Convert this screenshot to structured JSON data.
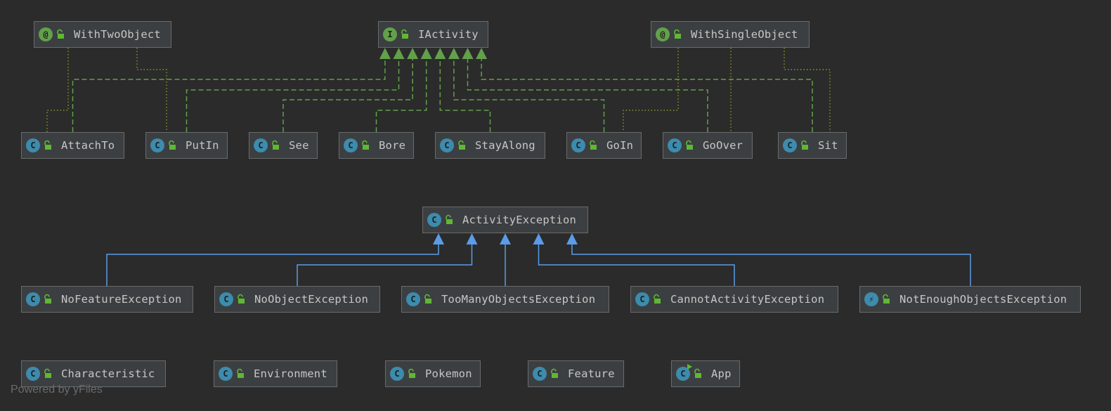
{
  "diagram": {
    "nodes": [
      {
        "id": "WithTwoObject",
        "label": "WithTwoObject",
        "kind": "annotation",
        "badge": "@"
      },
      {
        "id": "IActivity",
        "label": "IActivity",
        "kind": "interface",
        "badge": "I"
      },
      {
        "id": "WithSingleObject",
        "label": "WithSingleObject",
        "kind": "annotation",
        "badge": "@"
      },
      {
        "id": "AttachTo",
        "label": "AttachTo",
        "kind": "class",
        "badge": "C"
      },
      {
        "id": "PutIn",
        "label": "PutIn",
        "kind": "class",
        "badge": "C"
      },
      {
        "id": "See",
        "label": "See",
        "kind": "class",
        "badge": "C"
      },
      {
        "id": "Bore",
        "label": "Bore",
        "kind": "class",
        "badge": "C"
      },
      {
        "id": "StayAlong",
        "label": "StayAlong",
        "kind": "class",
        "badge": "C"
      },
      {
        "id": "GoIn",
        "label": "GoIn",
        "kind": "class",
        "badge": "C"
      },
      {
        "id": "GoOver",
        "label": "GoOver",
        "kind": "class",
        "badge": "C"
      },
      {
        "id": "Sit",
        "label": "Sit",
        "kind": "class",
        "badge": "C"
      },
      {
        "id": "ActivityException",
        "label": "ActivityException",
        "kind": "class",
        "badge": "C"
      },
      {
        "id": "NoFeatureException",
        "label": "NoFeatureException",
        "kind": "class",
        "badge": "C"
      },
      {
        "id": "NoObjectException",
        "label": "NoObjectException",
        "kind": "class",
        "badge": "C"
      },
      {
        "id": "TooManyObjectsException",
        "label": "TooManyObjectsException",
        "kind": "class",
        "badge": "C"
      },
      {
        "id": "CannotActivityException",
        "label": "CannotActivityException",
        "kind": "class",
        "badge": "C"
      },
      {
        "id": "NotEnoughObjectsException",
        "label": "NotEnoughObjectsException",
        "kind": "exception",
        "badge": "⚡"
      },
      {
        "id": "Characteristic",
        "label": "Characteristic",
        "kind": "class",
        "badge": "C"
      },
      {
        "id": "Environment",
        "label": "Environment",
        "kind": "class",
        "badge": "C"
      },
      {
        "id": "Pokemon",
        "label": "Pokemon",
        "kind": "class",
        "badge": "C"
      },
      {
        "id": "Feature",
        "label": "Feature",
        "kind": "class",
        "badge": "C"
      },
      {
        "id": "App",
        "label": "App",
        "kind": "main",
        "badge": "C"
      }
    ],
    "edges": [
      {
        "from": "AttachTo",
        "to": "IActivity",
        "type": "implements"
      },
      {
        "from": "PutIn",
        "to": "IActivity",
        "type": "implements"
      },
      {
        "from": "See",
        "to": "IActivity",
        "type": "implements"
      },
      {
        "from": "Bore",
        "to": "IActivity",
        "type": "implements"
      },
      {
        "from": "StayAlong",
        "to": "IActivity",
        "type": "implements"
      },
      {
        "from": "GoIn",
        "to": "IActivity",
        "type": "implements"
      },
      {
        "from": "GoOver",
        "to": "IActivity",
        "type": "implements"
      },
      {
        "from": "Sit",
        "to": "IActivity",
        "type": "implements"
      },
      {
        "from": "WithTwoObject",
        "to": "AttachTo",
        "type": "annotates"
      },
      {
        "from": "WithTwoObject",
        "to": "PutIn",
        "type": "annotates"
      },
      {
        "from": "WithSingleObject",
        "to": "GoIn",
        "type": "annotates"
      },
      {
        "from": "WithSingleObject",
        "to": "GoOver",
        "type": "annotates"
      },
      {
        "from": "WithSingleObject",
        "to": "Sit",
        "type": "annotates"
      },
      {
        "from": "NoFeatureException",
        "to": "ActivityException",
        "type": "extends"
      },
      {
        "from": "NoObjectException",
        "to": "ActivityException",
        "type": "extends"
      },
      {
        "from": "TooManyObjectsException",
        "to": "ActivityException",
        "type": "extends"
      },
      {
        "from": "CannotActivityException",
        "to": "ActivityException",
        "type": "extends"
      },
      {
        "from": "NotEnoughObjectsException",
        "to": "ActivityException",
        "type": "extends"
      }
    ],
    "colors": {
      "implements": "#62a04a",
      "annotates": "#8a9a2a",
      "extends": "#5a9ce8"
    }
  },
  "footer": "Powered by yFiles"
}
